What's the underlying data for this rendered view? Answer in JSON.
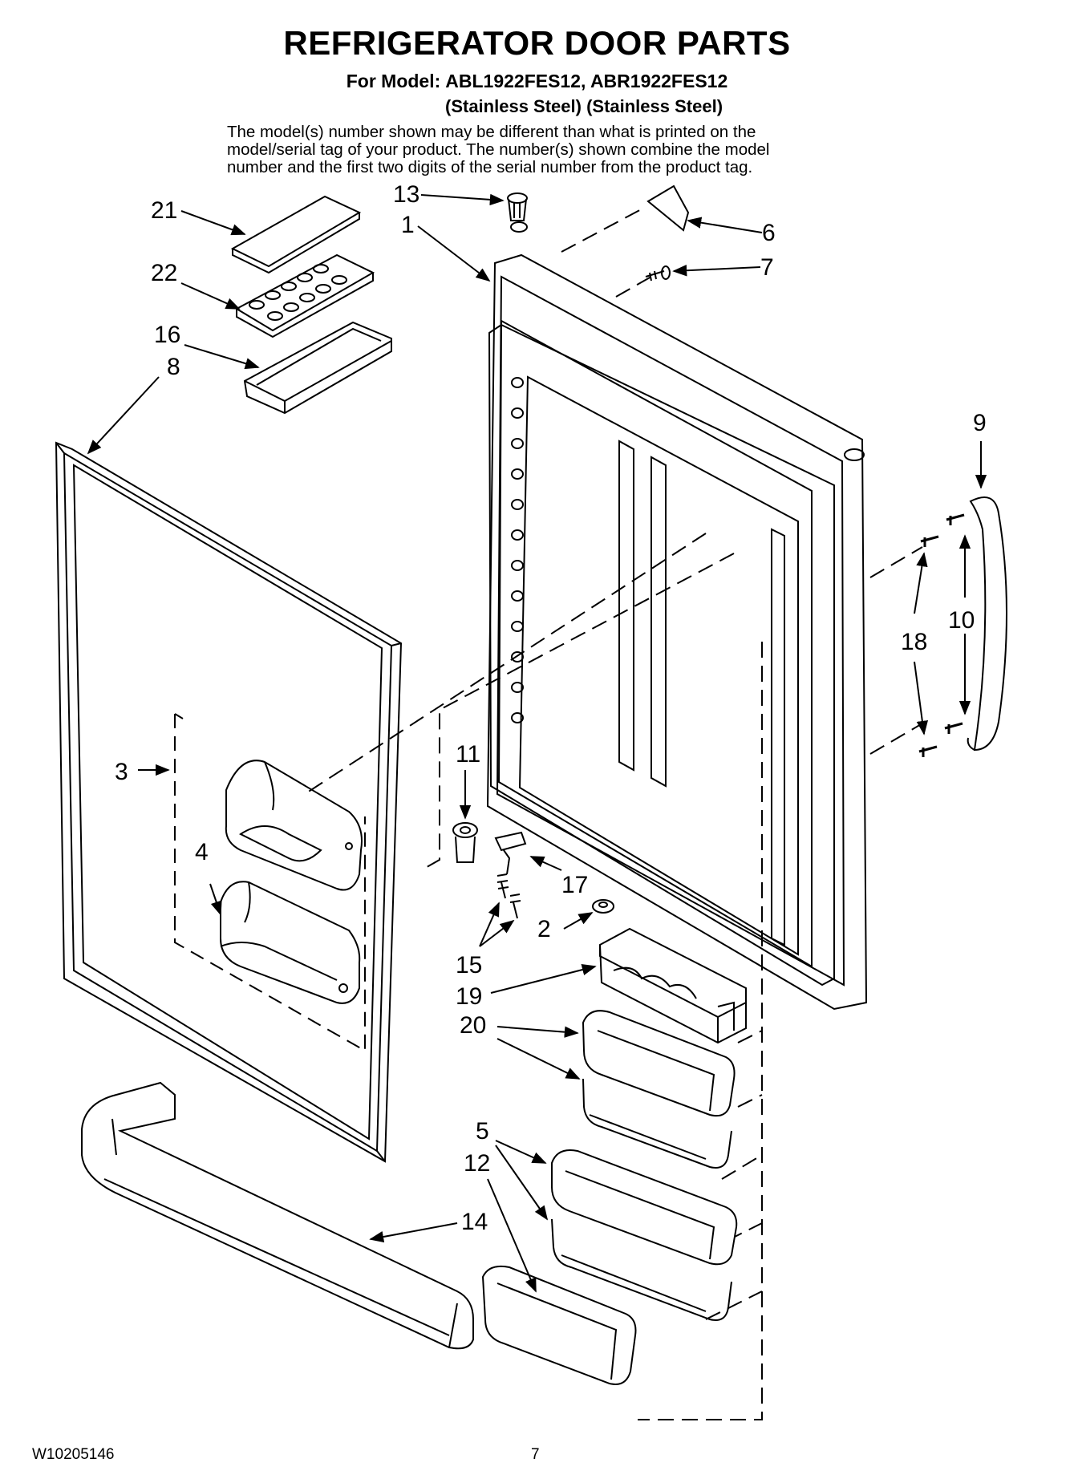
{
  "header": {
    "title": "REFRIGERATOR DOOR PARTS",
    "models_label": "For Model:",
    "models": "ABL1922FES12, ABR1922FES12",
    "variants": "(Stainless Steel) (Stainless Steel)"
  },
  "description": {
    "line1": "The model(s) number shown may be different than what is printed on the",
    "line2": "model/serial tag of your product. The number(s) shown combine the model",
    "line3": "number and the first two digits of the serial number from the product tag."
  },
  "callouts": {
    "c1": "1",
    "c2": "2",
    "c3": "3",
    "c4": "4",
    "c5": "5",
    "c6": "6",
    "c7": "7",
    "c8": "8",
    "c9": "9",
    "c10": "10",
    "c11": "11",
    "c12": "12",
    "c13": "13",
    "c14": "14",
    "c15": "15",
    "c16": "16",
    "c17": "17",
    "c18": "18",
    "c19": "19",
    "c20": "20",
    "c21": "21",
    "c22": "22"
  },
  "footer": {
    "doc_number": "W10205146",
    "page_number": "7"
  }
}
